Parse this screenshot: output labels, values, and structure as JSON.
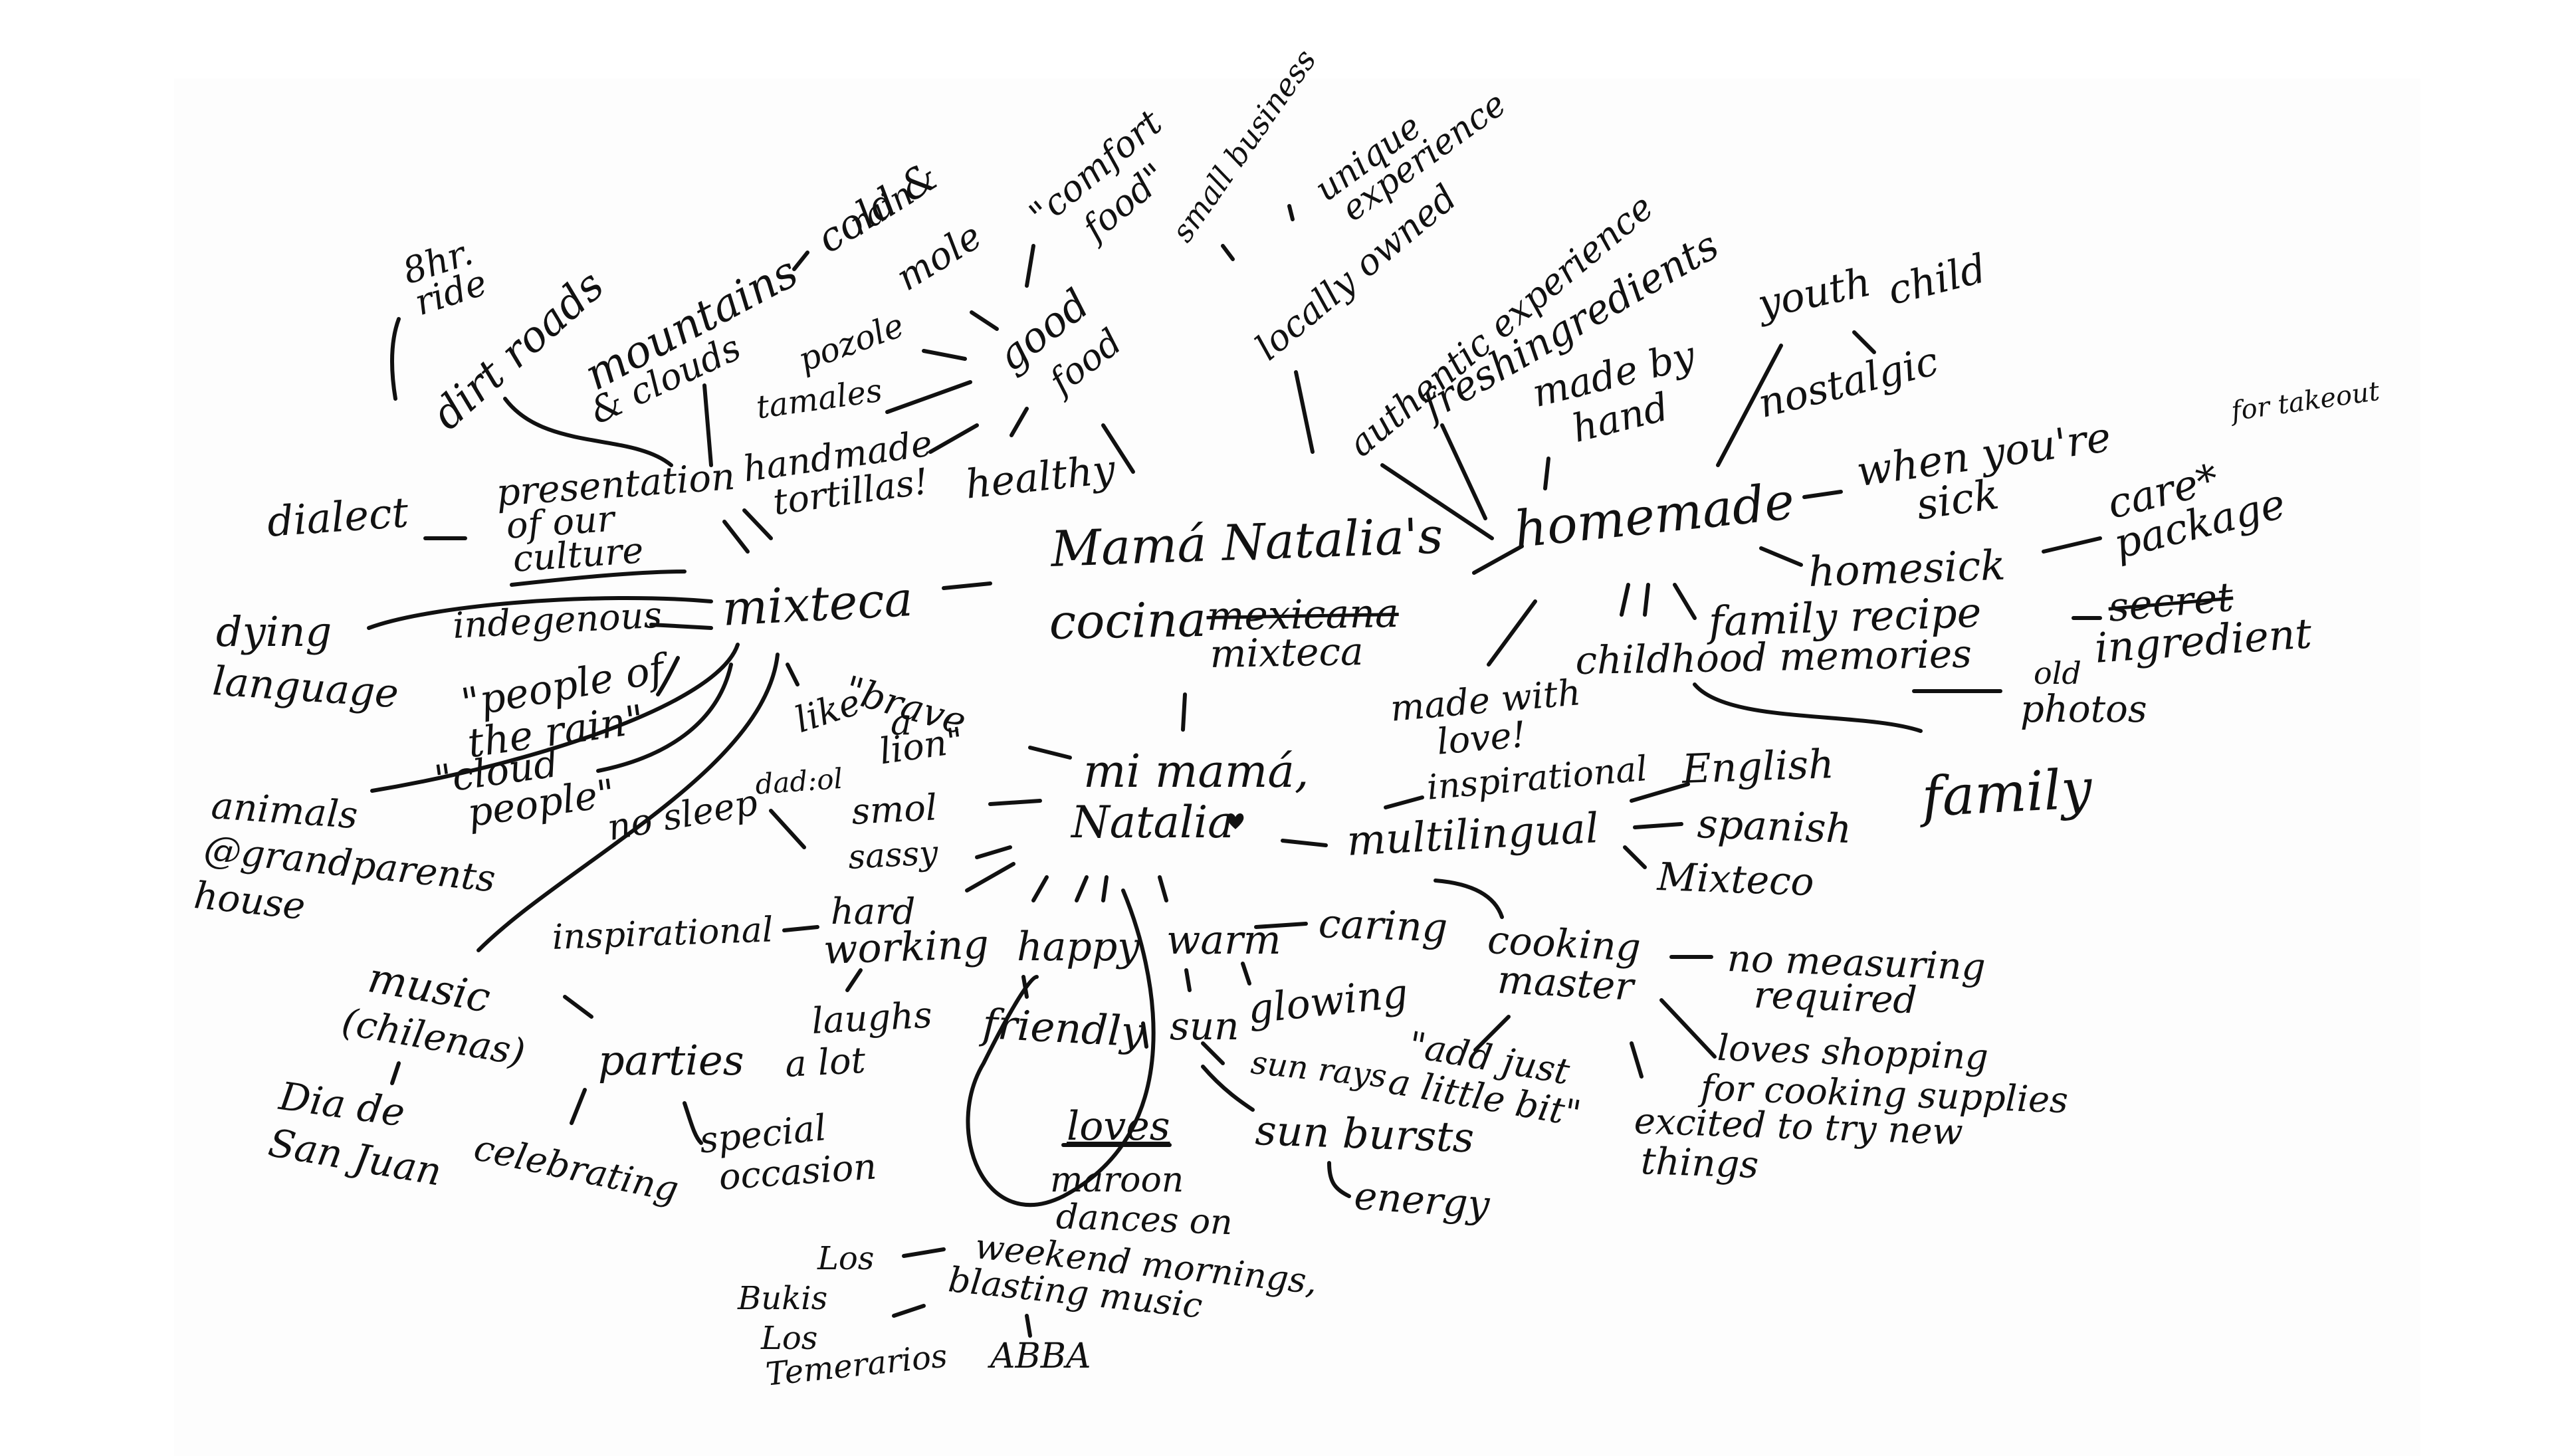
{
  "mindmap": {
    "center_title": {
      "line1": "Mamá Natalia's",
      "line2": "cocina",
      "crossed": "mexicana",
      "line3": "mixteca"
    },
    "mi_mama": {
      "line1": "mi mamá,",
      "line2": "Natalia"
    },
    "mixteca": "mixteca",
    "homemade": "homemade",
    "good_food": {
      "line1": "good",
      "line2": "food"
    },
    "nodes": {
      "hr_ride": {
        "l1": "8hr.",
        "l2": "ride"
      },
      "dirt_roads": "dirt roads",
      "mountains": {
        "l1": "mountains",
        "l2": "& clouds"
      },
      "cold_rain": {
        "l1": "cold &",
        "l2": "rain"
      },
      "mole": "mole",
      "comfort_food": {
        "l1": "\"comfort",
        "l2": "food\""
      },
      "small_business": "small business",
      "unique": {
        "l1": "unique",
        "l2": "experience"
      },
      "locally_owned": "locally owned",
      "authentic": "authentic experience",
      "fresh": "freshingredients",
      "youth": "youth",
      "child": "child",
      "made_by_hand": {
        "l1": "made by",
        "l2": "hand"
      },
      "nostalgic": "nostalgic",
      "pozole": "pozole",
      "tamales": "tamales",
      "handmade_tortillas": {
        "l1": "handmade",
        "l2": "tortillas!"
      },
      "healthy": "healthy",
      "dialect": "dialect",
      "presentation": {
        "l1": "presentation",
        "l2": "of our",
        "l3": "culture"
      },
      "when_sick": {
        "l1": "when you're",
        "l2": "sick"
      },
      "for_takeout": "for takeout",
      "care_package": {
        "l1": "care*",
        "l2": "package"
      },
      "homesick": "homesick",
      "dying_language": {
        "l1": "dying",
        "l2": "language"
      },
      "indegenous": "indegenous",
      "family_recipe": "family recipe",
      "secret": {
        "l1": "secret",
        "l2": "ingredient"
      },
      "childhood": "childhood memories",
      "old_photos": {
        "l1": "old",
        "l2": "photos"
      },
      "people_rain": {
        "l1": "\"people of",
        "l2": "the rain\""
      },
      "like_lion": {
        "l1": "like",
        "l2": "\"brave",
        "l3": "a",
        "l4": "lion\""
      },
      "made_with_love": {
        "l1": "made with",
        "l2": "love!"
      },
      "family": "family",
      "cloud_people": {
        "l1": "\"cloud",
        "l2": "people\""
      },
      "dadiol": "dad:ol",
      "animals": {
        "l1": "animals",
        "l2": "@grandparents",
        "l3": "house"
      },
      "no_sleep": "no sleep",
      "smol": "smol",
      "sassy": "sassy",
      "inspirational_right": "inspirational",
      "english": "English",
      "spanish": "spanish",
      "multilingual": "multilingual",
      "mixteco": "Mixteco",
      "inspirational_left": "inspirational",
      "hard_working": {
        "l1": "hard",
        "l2": "working"
      },
      "happy": "happy",
      "warm": "warm",
      "caring": "caring",
      "cooking_master": {
        "l1": "cooking",
        "l2": "master"
      },
      "no_measuring": {
        "l1": "no measuring",
        "l2": "required"
      },
      "music": {
        "l1": "music",
        "l2": "(chilenas)"
      },
      "laughs": {
        "l1": "laughs",
        "l2": "a lot"
      },
      "friendly": "friendly",
      "sun": "sun",
      "glowing": "glowing",
      "add_just": {
        "l1": "\"add just",
        "l2": "a little bit\""
      },
      "sun_rays": "sun rays",
      "loves_shopping": {
        "l1": "loves shopping",
        "l2": "for cooking supplies"
      },
      "parties": "parties",
      "dia_san_juan": {
        "l1": "Dia de",
        "l2": "San Juan"
      },
      "loves": "loves",
      "sun_bursts": "sun bursts",
      "excited": {
        "l1": "excited to try new",
        "l2": "things"
      },
      "celebrating": "celebrating",
      "special_occasion": {
        "l1": "special",
        "l2": "occasion"
      },
      "maroon": "maroon",
      "energy": "energy",
      "dances": {
        "l1": "dances on",
        "l2": "weekend mornings,",
        "l3": "blasting music"
      },
      "los_bukis": {
        "l1": "Los",
        "l2": "Bukis"
      },
      "los_temerarios": {
        "l1": "Los",
        "l2": "Temerarios"
      },
      "abba": "ABBA"
    }
  }
}
